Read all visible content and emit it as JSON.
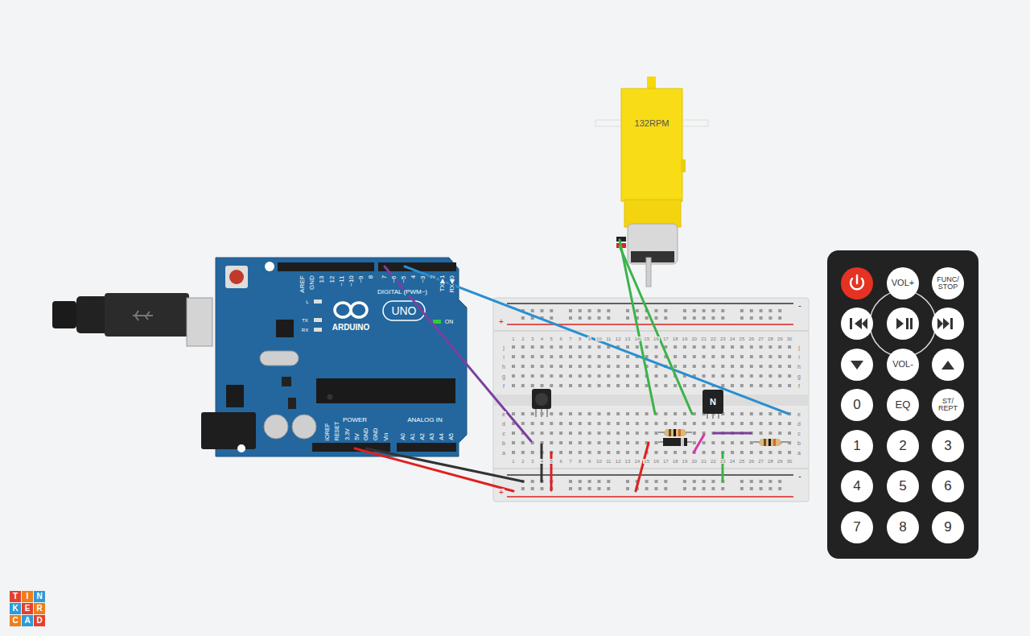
{
  "diagram": {
    "nodes": [
      {
        "text": [
          "VOL+"
        ]
      },
      {
        "text": [
          "FUNC/ STOP"
        ]
      },
      {
        "text": [
          "VOL-"
        ]
      },
      {
        "text": [
          "0"
        ]
      },
      {
        "text": [
          "EQ"
        ]
      },
      {
        "text": [
          "ST/ REPT"
        ]
      },
      {
        "text": [
          "1"
        ]
      },
      {
        "text": [
          "2"
        ]
      },
      {
        "text": [
          "3"
        ]
      },
      {
        "text": [
          "4"
        ]
      },
      {
        "text": [
          "5"
        ]
      },
      {
        "text": [
          "6"
        ]
      },
      {
        "text": [
          "7"
        ]
      },
      {
        "text": [
          "8"
        ]
      },
      {
        "text": [
          "9"
        ]
      }
    ],
    "labels": [
      "AREF",
      "GND",
      "13",
      "12",
      "~11",
      "~10",
      "~9",
      "8",
      "7",
      "~6",
      "~5",
      "4",
      "~3",
      "2",
      "TX▶1",
      "RX◀0",
      "DIGITAL (PWM~)",
      "L",
      "TX",
      "RX",
      "ARDUINO",
      "UNO",
      "ON",
      "IOREF",
      "RESET",
      "3.3V",
      "5V",
      "GND",
      "GND",
      "Vin",
      "POWER",
      "ANALOG IN",
      "A0",
      "A1",
      "A2",
      "A3",
      "A4",
      "A5",
      "132RPM",
      "N",
      "+",
      "-",
      "-",
      "+",
      "1",
      "2",
      "3",
      "4",
      "5",
      "6",
      "7",
      "8",
      "9",
      "10",
      "11",
      "12",
      "13",
      "14",
      "15",
      "16",
      "17",
      "18",
      "19",
      "20",
      "21",
      "22",
      "23",
      "24",
      "25",
      "26",
      "27",
      "28",
      "29",
      "30",
      "1",
      "2",
      "3",
      "4",
      "5",
      "6",
      "7",
      "8",
      "9",
      "10",
      "11",
      "12",
      "13",
      "14",
      "15",
      "16",
      "17",
      "18",
      "19",
      "20",
      "21",
      "22",
      "23",
      "24",
      "25",
      "26",
      "27",
      "28",
      "29",
      "30",
      "j",
      "i",
      "h",
      "g",
      "f",
      "e",
      "d",
      "c",
      "b",
      "a",
      "j",
      "i",
      "h",
      "g",
      "f",
      "e",
      "d",
      "c",
      "b",
      "a",
      "T",
      "I",
      "N",
      "K",
      "E",
      "R",
      "C",
      "A",
      "D"
    ]
  }
}
